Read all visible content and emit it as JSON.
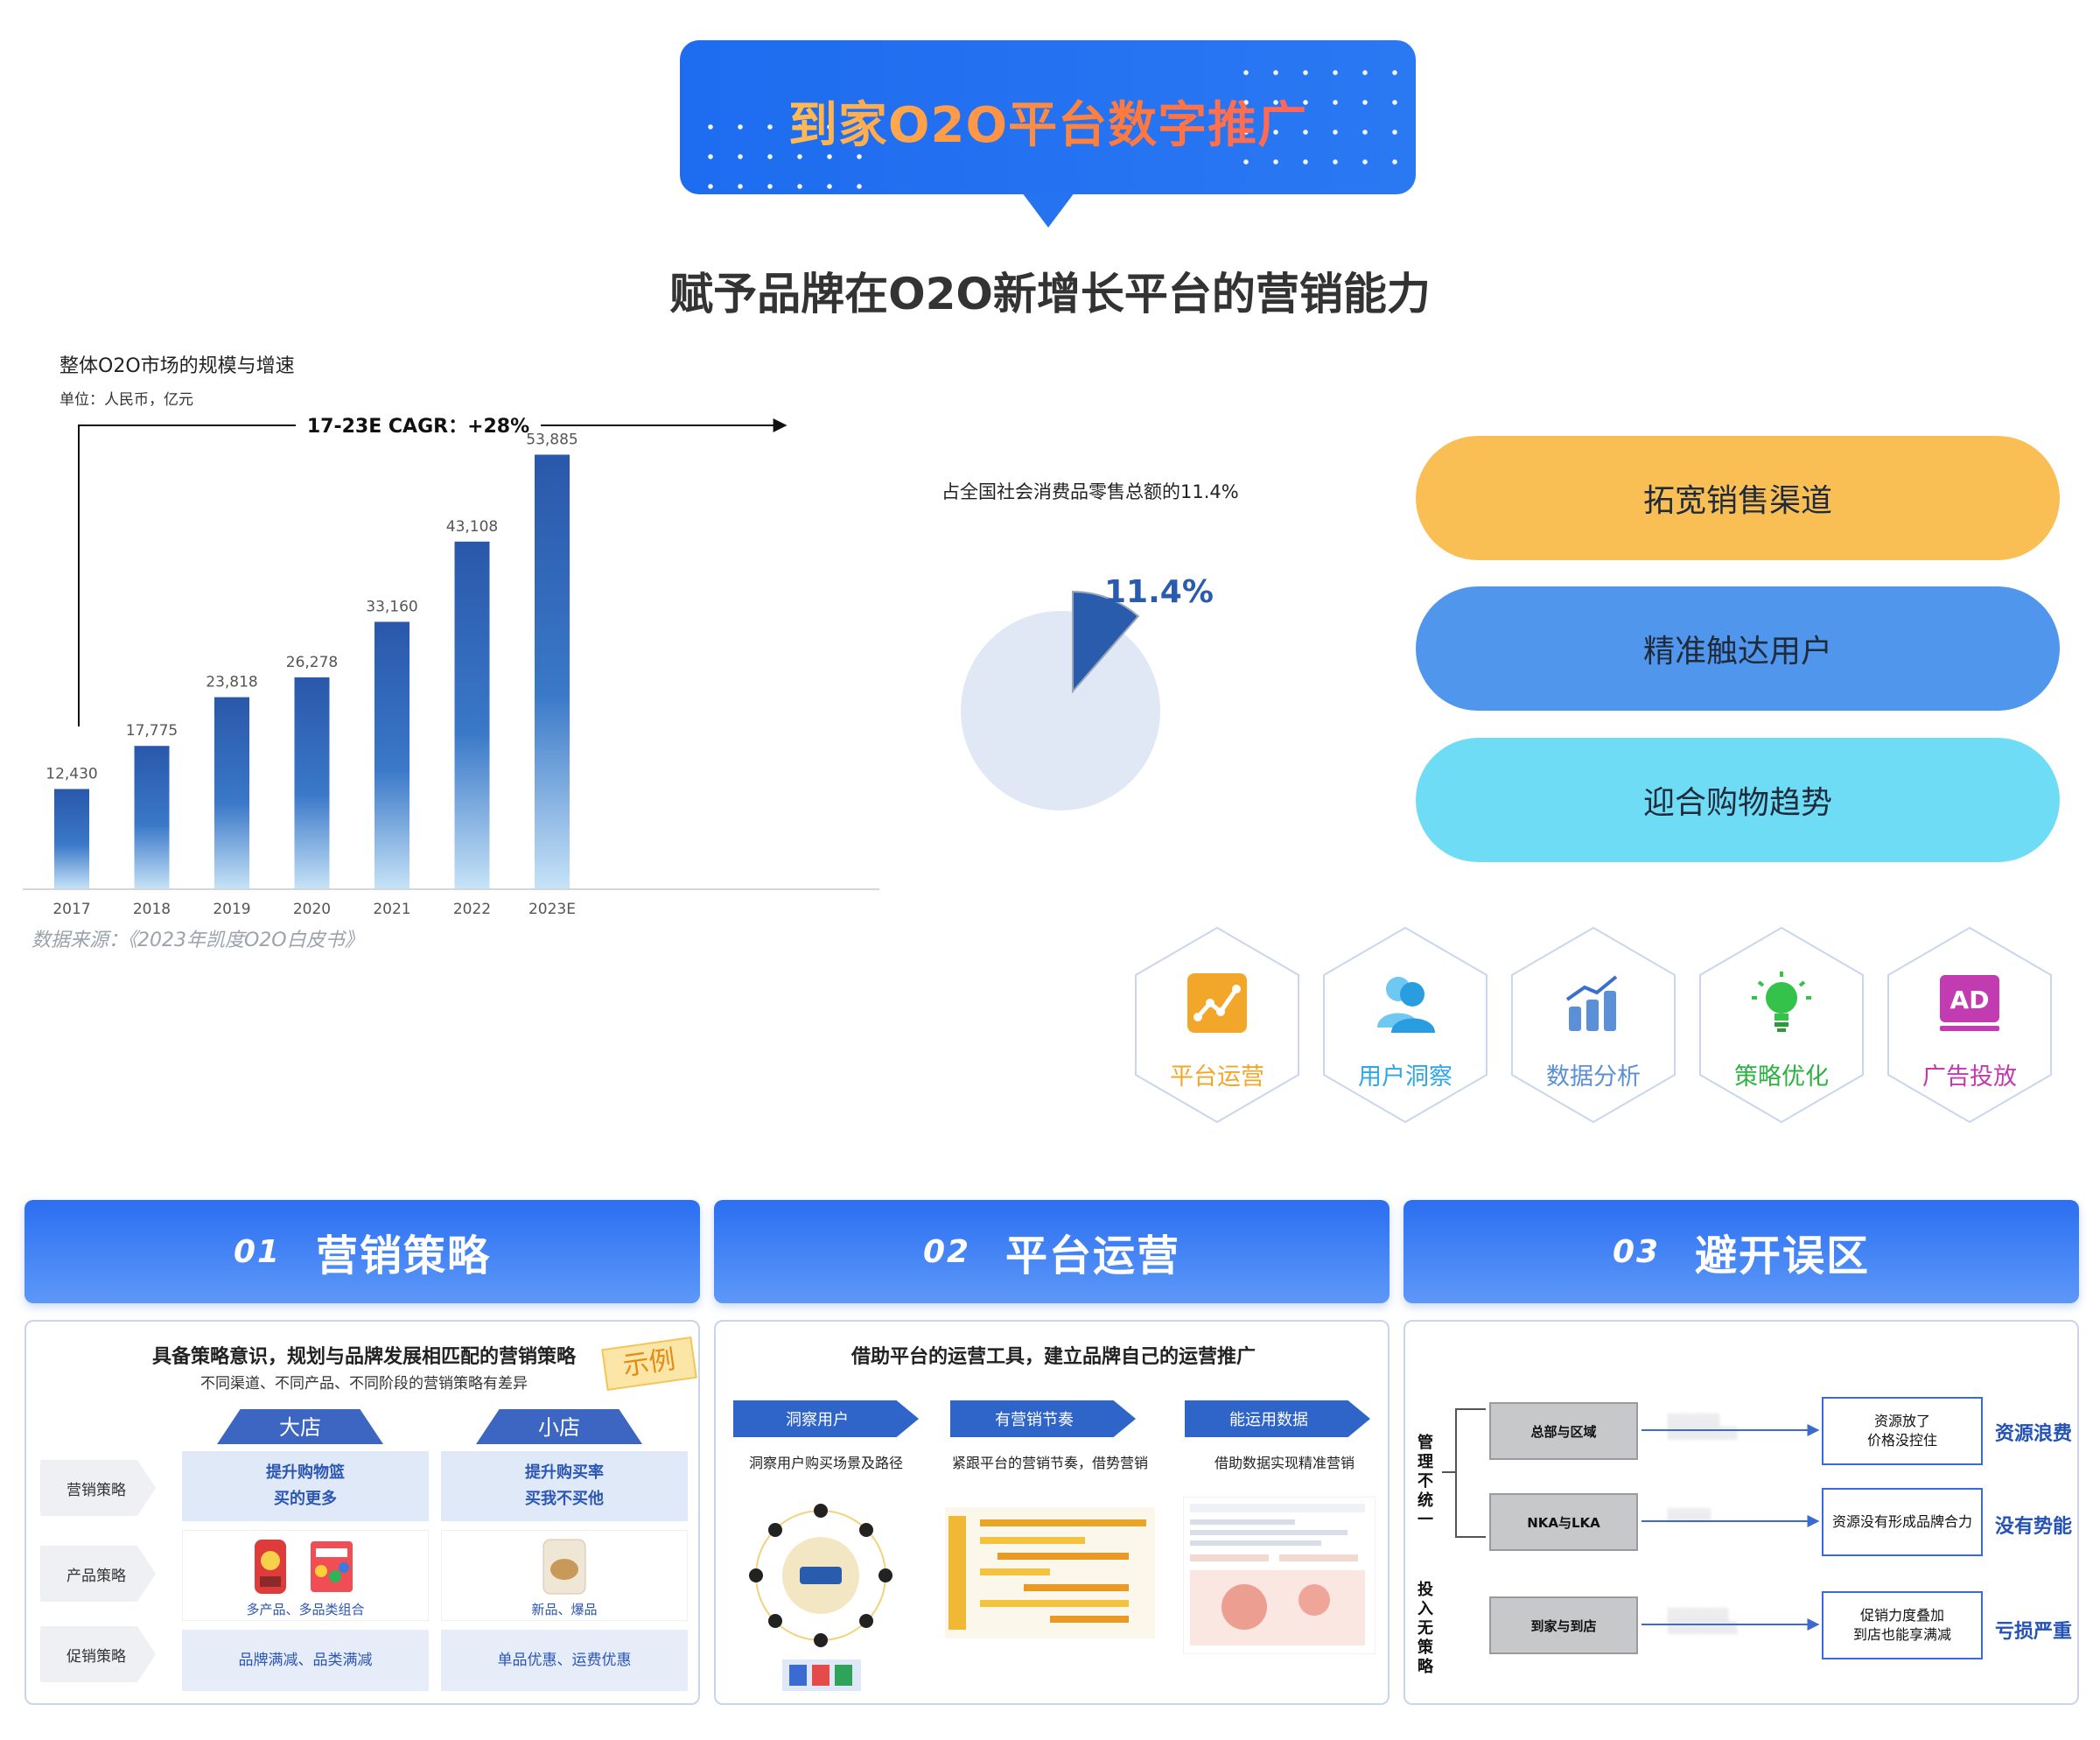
{
  "banner": {
    "title": "到家O2O平台数字推广"
  },
  "subtitle": "赋予品牌在O2O新增长平台的营销能力",
  "chart": {
    "title": "整体O2O市场的规模与增速",
    "unit": "单位：人民币，亿元",
    "cagr_label": "17-23E CAGR：+28%",
    "source": "数据来源：《2023年凯度O2O白皮书》"
  },
  "chart_data": {
    "type": "bar",
    "categories": [
      "2017",
      "2018",
      "2019",
      "2020",
      "2021",
      "2022",
      "2023E"
    ],
    "values": [
      12430,
      17775,
      23818,
      26278,
      33160,
      43108,
      53885
    ],
    "value_labels": [
      "12,430",
      "17,775",
      "23,818",
      "26,278",
      "33,160",
      "43,108",
      "53,885"
    ],
    "title": "整体O2O市场的规模与增速",
    "xlabel": "",
    "ylabel": "",
    "ylim": [
      0,
      56000
    ],
    "grid": false
  },
  "pie": {
    "caption": "占全国社会消费品零售总额的11.4%",
    "value_label": "11.4%",
    "fraction": 0.114,
    "colors": {
      "slice": "#2a5cad",
      "rest": "#dfe8f4"
    }
  },
  "pills": [
    {
      "label": "拓宽销售渠道",
      "color": "#f9bf55"
    },
    {
      "label": "精准触达用户",
      "color": "#4f96ec"
    },
    {
      "label": "迎合购物趋势",
      "color": "#6fdcf6"
    }
  ],
  "hexes": [
    {
      "label": "平台运营",
      "icon": "chart-line-icon",
      "color": "#f3a72a"
    },
    {
      "label": "用户洞察",
      "icon": "users-icon",
      "color": "#31a6e6"
    },
    {
      "label": "数据分析",
      "icon": "bar-chart-icon",
      "color": "#5b8fd8"
    },
    {
      "label": "策略优化",
      "icon": "lightbulb-icon",
      "color": "#2cb344"
    },
    {
      "label": "广告投放",
      "icon": "ad-icon",
      "color": "#c23bb0",
      "icon_text": "AD"
    }
  ],
  "sections": [
    {
      "num": "01",
      "title": "营销策略"
    },
    {
      "num": "02",
      "title": "平台运营"
    },
    {
      "num": "03",
      "title": "避开误区"
    }
  ],
  "panel1": {
    "title": "具备策略意识，规划与品牌发展相匹配的营销策略",
    "sub": "不同渠道、不同产品、不同阶段的营销策略有差异",
    "stamp": "示例",
    "cols": [
      "大店",
      "小店"
    ],
    "rows": [
      "营销策略",
      "产品策略",
      "促销策略"
    ],
    "big_strategy": [
      "提升购物篮",
      "买的更多"
    ],
    "small_strategy": [
      "提升购买率",
      "买我不买他"
    ],
    "big_product": "多产品、多品类组合",
    "small_product": "新品、爆品",
    "big_promo": "品牌满减、品类满减",
    "small_promo": "单品优惠、运费优惠"
  },
  "panel2": {
    "title": "借助平台的运营工具，建立品牌自己的运营推广",
    "steps": [
      {
        "label": "洞察用户",
        "desc": "洞察用户购买场景及路径"
      },
      {
        "label": "有营销节奏",
        "desc": "紧跟平台的营销节奏，借势营销"
      },
      {
        "label": "能运用数据",
        "desc": "借助数据实现精准营销"
      }
    ]
  },
  "panel3": {
    "left_top": "管理不统一",
    "left_bottom": "投入无策略",
    "rows": [
      {
        "box": "总部与区域",
        "out": [
          "资源放了",
          "价格没控住"
        ],
        "result": "资源浪费"
      },
      {
        "box": "NKA与LKA",
        "out": [
          "资源没有形成品牌合力"
        ],
        "result": "没有势能"
      },
      {
        "box": "到家与到店",
        "out": [
          "促销力度叠加",
          "到店也能享满减"
        ],
        "result": "亏损严重"
      }
    ]
  }
}
